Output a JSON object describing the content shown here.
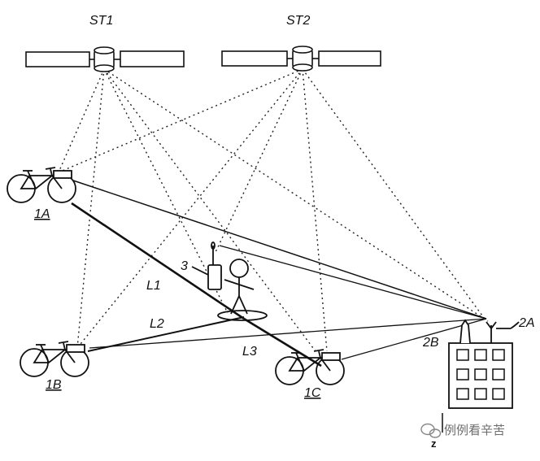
{
  "labels": {
    "satellite_1": "ST1",
    "satellite_2": "ST2",
    "bicycle_a": "1A",
    "bicycle_b": "1B",
    "bicycle_c": "1C",
    "person": "3",
    "link_1": "L1",
    "link_2": "L2",
    "link_3": "L3",
    "building": "2B",
    "antenna": "2A",
    "z_mark": "z"
  },
  "watermark": {
    "text": "例例看辛苦"
  },
  "colors": {
    "ink": "#111111",
    "watermark": "#6d6d6d"
  }
}
